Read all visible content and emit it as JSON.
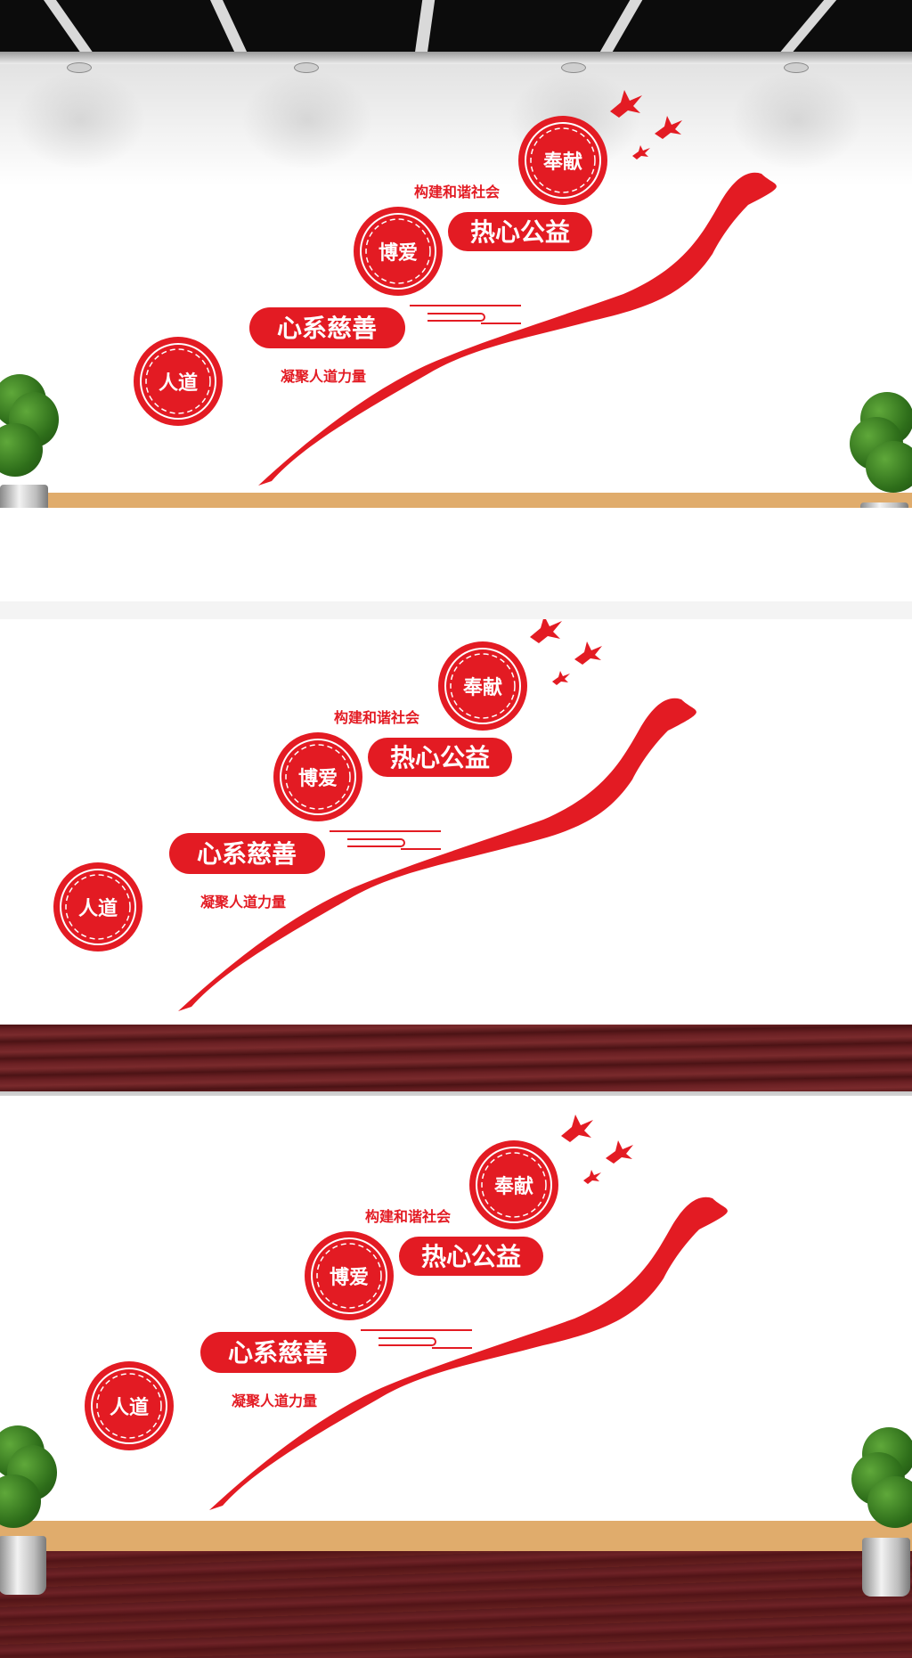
{
  "colors": {
    "accent_red": "#e31b23",
    "ledge": "#e0ac6c",
    "floor": "#5e1a1c"
  },
  "icons": [
    "seal-circle",
    "flying-dove",
    "ribbon",
    "potted-plant",
    "ceiling-spotlight"
  ],
  "mural": {
    "circle_1": "人道",
    "circle_2": "博爱",
    "circle_3": "奉献",
    "banner_1": "心系慈善",
    "banner_2": "热心公益",
    "caption_1": "凝聚人道力量",
    "caption_2": "构建和谐社会"
  },
  "mockups": [
    {
      "name": "room-with-ceiling"
    },
    {
      "name": "plain-wall"
    },
    {
      "name": "room-with-plants"
    }
  ]
}
